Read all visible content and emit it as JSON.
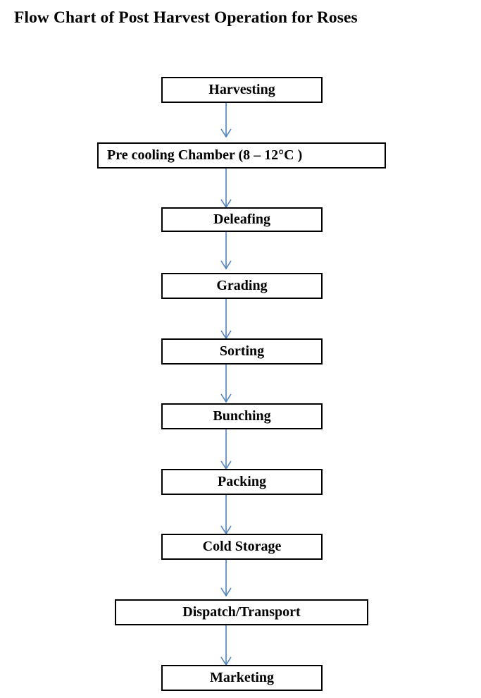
{
  "title": "Flow Chart of Post Harvest Operation for Roses",
  "steps": [
    {
      "label": "Harvesting"
    },
    {
      "label": "Pre cooling Chamber (8 – 12°C )"
    },
    {
      "label": "Deleafing"
    },
    {
      "label": "Grading"
    },
    {
      "label": "Sorting"
    },
    {
      "label": "Bunching"
    },
    {
      "label": "Packing"
    },
    {
      "label": "Cold Storage"
    },
    {
      "label": "Dispatch/Transport"
    },
    {
      "label": "Marketing"
    }
  ],
  "colors": {
    "arrow": "#4f81bd",
    "box_border": "#000000",
    "text": "#000000"
  }
}
